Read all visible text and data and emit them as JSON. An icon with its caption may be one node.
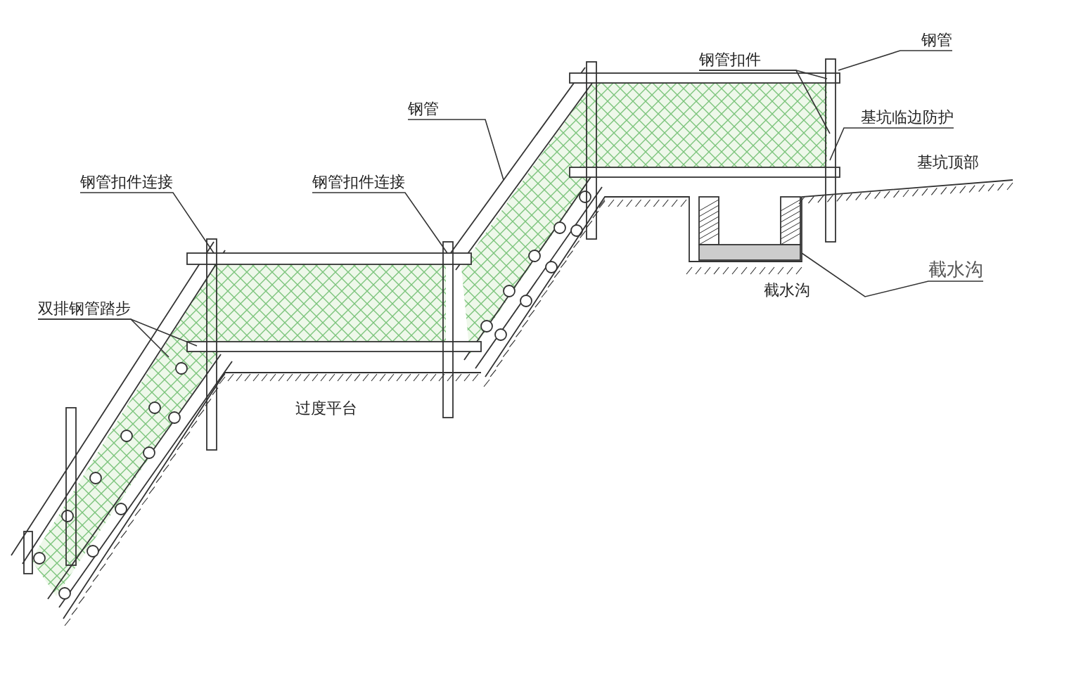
{
  "diagram": {
    "nodes": [
      {
        "text": [
          "钢管"
        ]
      },
      {
        "text": [
          "钢管扣件"
        ]
      },
      {
        "text": [
          "基坑临边防护"
        ]
      },
      {
        "text": [
          "钢管"
        ]
      },
      {
        "text": [
          "钢管扣件连接"
        ]
      },
      {
        "text": [
          "钢管扣件连接"
        ]
      },
      {
        "text": [
          "双排钢管踏步"
        ]
      },
      {
        "text": [
          "截水沟"
        ]
      }
    ],
    "edges": [
      {
        "from": 0,
        "to": null,
        "arrow": "none"
      },
      {
        "from": 1,
        "to": null,
        "arrow": "none"
      },
      {
        "from": 1,
        "to": null,
        "arrow": "none"
      },
      {
        "from": 2,
        "to": null,
        "arrow": "none"
      },
      {
        "from": 3,
        "to": null,
        "arrow": "none"
      },
      {
        "from": 4,
        "to": null,
        "arrow": "none"
      },
      {
        "from": 5,
        "to": null,
        "arrow": "none"
      },
      {
        "from": 6,
        "to": null,
        "arrow": "none"
      },
      {
        "from": 6,
        "to": null,
        "arrow": "none"
      },
      {
        "from": 7,
        "to": null,
        "arrow": "none"
      }
    ],
    "labels": [
      "基坑顶部",
      "过度平台",
      "截水沟"
    ]
  }
}
